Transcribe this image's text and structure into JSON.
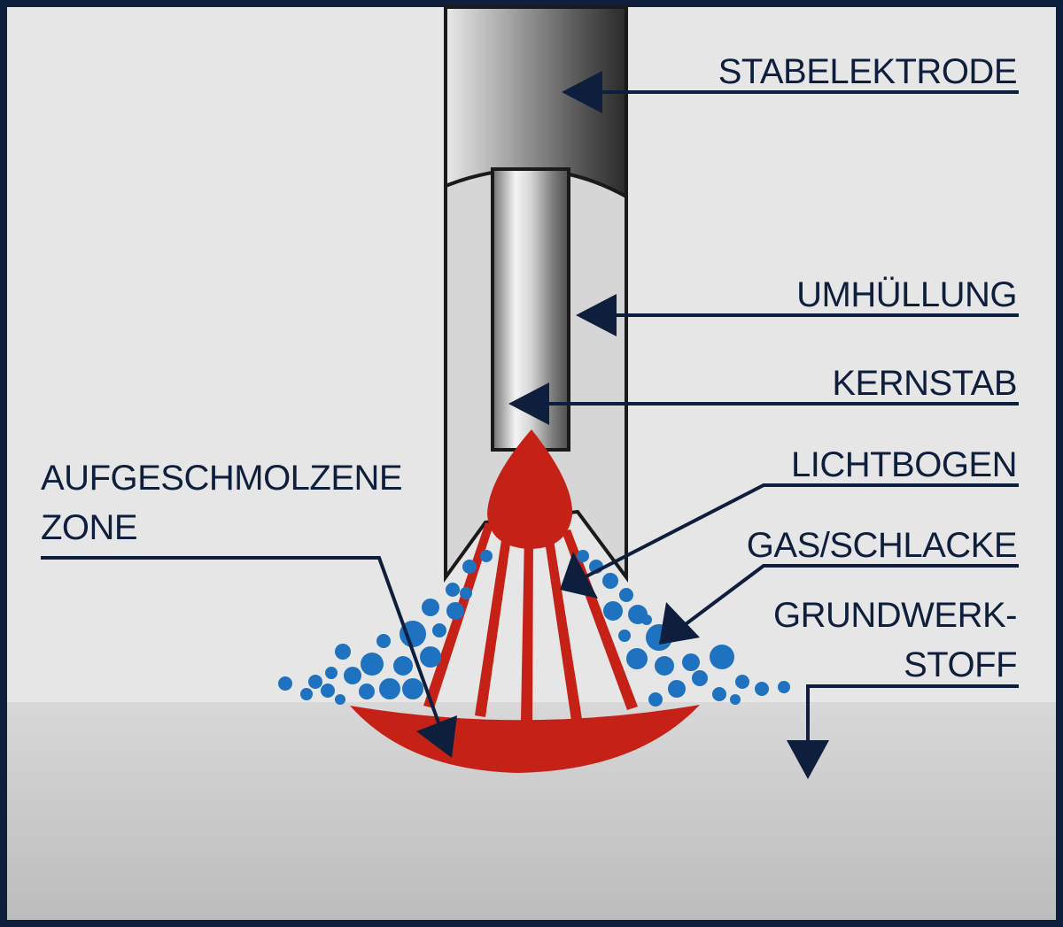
{
  "labels": {
    "stabelektrode": "STABELEKTRODE",
    "umhuellung": "UMHÜLLUNG",
    "kernstab": "KERNSTAB",
    "lichtbogen": "LICHTBOGEN",
    "gas_schlacke": "GAS/SCHLACKE",
    "grundwerkstoff_line1": "GRUNDWERK-",
    "grundwerkstoff_line2": "STOFF",
    "aufgeschmolzene_line1": "AUFGESCHMOLZENE",
    "aufgeschmolzene_line2": "ZONE"
  },
  "colors": {
    "frame": "#0d1f3c",
    "background": "#e6e6e6",
    "base_material": "#cfcfcf",
    "arc_red": "#c62117",
    "slag_blue": "#1e72c0",
    "electrode_dark": "#2a2a2a"
  }
}
